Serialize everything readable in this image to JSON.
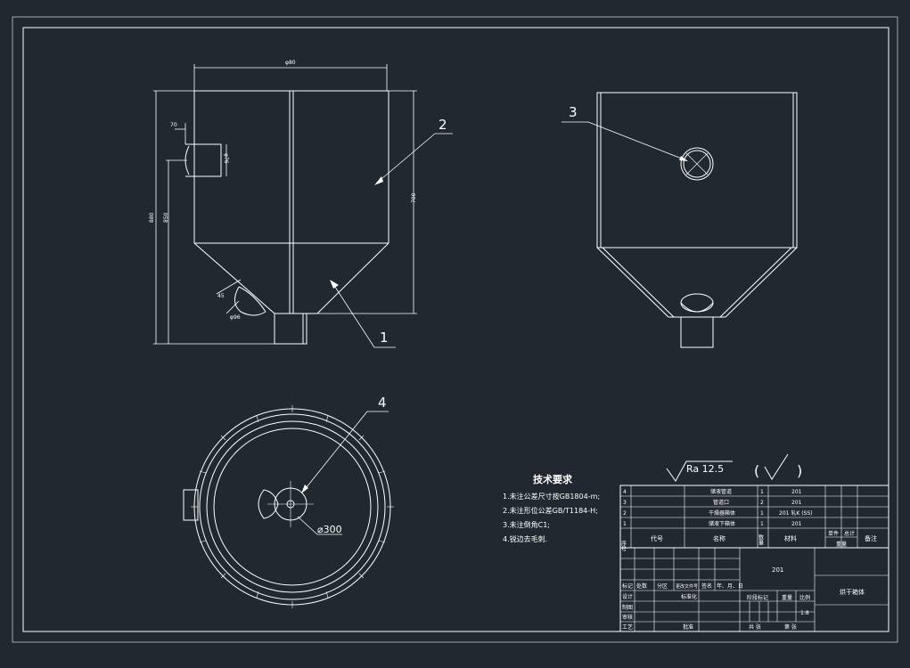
{
  "drawing": {
    "background": "#212830",
    "line_color": "#ffffff",
    "front_view": {
      "dim_top_width": "φ80",
      "dim_nozzle_small": "70",
      "dim_nozzle_height": "φ76",
      "dim_total_height": "880",
      "dim_left_height": "850",
      "dim_right_height": "700",
      "dim_bottom_nozzle_1": "45",
      "dim_bottom_nozzle_2": "φ96"
    },
    "balloons": {
      "b1": "1",
      "b2": "2",
      "b3": "3",
      "b4": "4"
    },
    "top_view": {
      "dia_label": "⌀300"
    },
    "technical_requirements": {
      "title": "技术要求",
      "items": [
        "1.未注公差尺寸按GB1804-m;",
        "2.未注形位公差GB/T1184-H;",
        "3.未注倒角C1;",
        "4.锐边去毛刺."
      ]
    },
    "surface_roughness": {
      "label": "Ra 12.5",
      "other": "(√)"
    },
    "parts_list": {
      "rows": [
        {
          "no": "4",
          "code": "",
          "name": "储液管道",
          "qty": "1",
          "material": "201",
          "weight": "",
          "total": "",
          "remark": ""
        },
        {
          "no": "3",
          "code": "",
          "name": "管道口",
          "qty": "2",
          "material": "201",
          "weight": "",
          "total": "",
          "remark": ""
        },
        {
          "no": "2",
          "code": "",
          "name": "干燥器箱体",
          "qty": "1",
          "material": "201 轧K (SS)",
          "weight": "",
          "total": "",
          "remark": ""
        },
        {
          "no": "1",
          "code": "",
          "name": "储液下箱体",
          "qty": "1",
          "material": "201",
          "weight": "",
          "total": "",
          "remark": ""
        }
      ],
      "header": {
        "no": "序号",
        "code": "代号",
        "name": "名称",
        "qty": "数量",
        "material": "材料",
        "weight": "单件",
        "total": "总计",
        "weight_group": "重量",
        "remark": "备注"
      }
    },
    "title_block": {
      "material": "201",
      "drawing_name": "烘干箱体",
      "row_labels": [
        "标记",
        "处数",
        "分区",
        "更改文件号",
        "签名",
        "年、月、日"
      ],
      "design": "设计",
      "standardization": "标准化",
      "drafting": "制图",
      "review": "审核",
      "process": "工艺",
      "approval": "批准",
      "stage_mark": "阶段标记",
      "weight": "重量",
      "scale": "比例",
      "scale_value": "1:8",
      "sheet_total": "共  张",
      "sheet_no": "第  张"
    }
  }
}
